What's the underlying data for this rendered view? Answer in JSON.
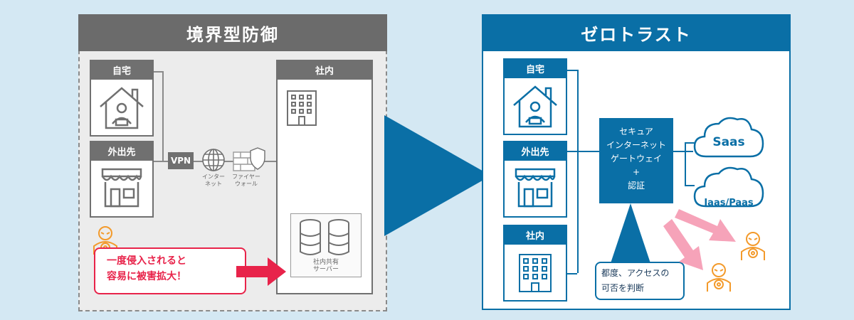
{
  "left": {
    "title": "境界型防御",
    "home_label": "自宅",
    "outside_label": "外出先",
    "vpn_label": "VPN",
    "internet_label": "インター\nネット",
    "firewall_label": "ファイヤー\nウォール",
    "office_label": "社内",
    "server_label": "社内共有\nサーバー",
    "warning_text": "一度侵入されると\n容易に被害拡大！"
  },
  "right": {
    "title": "ゼロトラスト",
    "home_label": "自宅",
    "outside_label": "外出先",
    "office_label": "社内",
    "gateway_text": "セキュア\nインターネット\nゲートウェイ\n+\n認証",
    "saas_label": "Saas",
    "iaas_label": "Iaas/Paas",
    "callout_text": "都度、アクセスの\n可否を判断"
  },
  "colors": {
    "gray": "#707070",
    "blue": "#0a6fa6",
    "orange": "#f39a2b",
    "red": "#e8234a",
    "pink": "#f6a3b9",
    "background": "#d4e8f3"
  }
}
